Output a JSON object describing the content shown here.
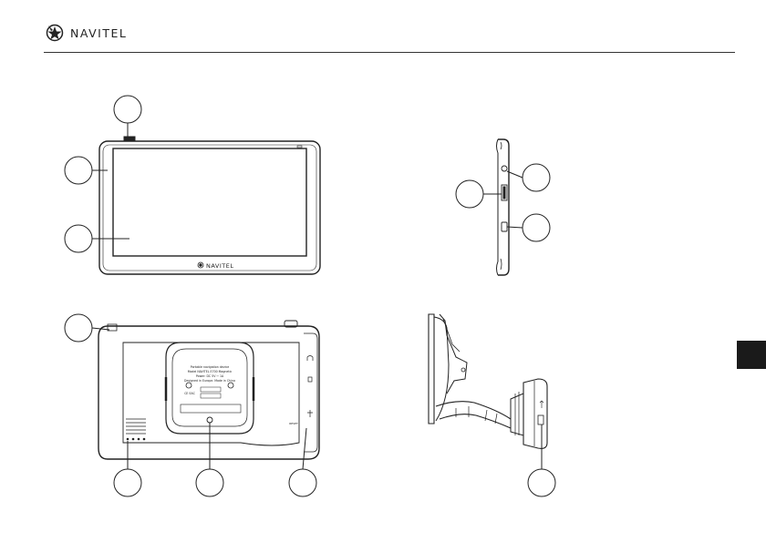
{
  "header": {
    "brand": "NAVITEL",
    "logo_icon": "navitel-star-logo-icon"
  },
  "device_front": {
    "screen_brand": "NAVITEL"
  },
  "device_back": {
    "label_lines": [
      "Portable navigation device",
      "Model NAVITEL E700 Magnetic",
      "Power: DC 5V ⎓ 1A",
      "Designed in Europe. Made in China"
    ],
    "marks": "CE EAC",
    "bottom_right_text": "RESET"
  },
  "side_tab": {
    "color": "#1a1a1a"
  },
  "accent_color": "#222222"
}
